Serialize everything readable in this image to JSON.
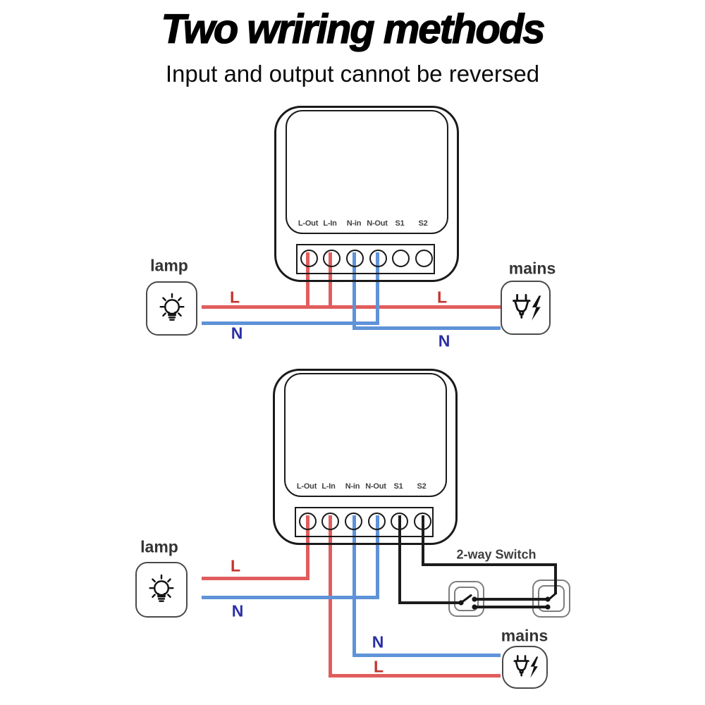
{
  "title": "Two wriring methods",
  "subtitle": "Input and output cannot be reversed",
  "module": {
    "terminals": [
      "L-Out",
      "L-In",
      "N-in",
      "N-Out",
      "S1",
      "S2"
    ]
  },
  "labels": {
    "lamp": "lamp",
    "mains": "mains",
    "live": "L",
    "neutral": "N",
    "two_way_switch": "2-way Switch"
  },
  "connections": {
    "method_1": [
      "L-Out to lamp L",
      "L-In to mains L",
      "N-Out to lamp N",
      "N-in to mains N"
    ],
    "method_2": [
      "L-Out to lamp L",
      "L-In to mains L",
      "N-Out to lamp N",
      "N-in to mains N",
      "S1 to 2-way switch common",
      "S2 to 2-way switch common"
    ]
  },
  "colors": {
    "wire_live": "#e15d5d",
    "wire_neutral": "#5f93d8",
    "wire_switch": "#1c1c1c",
    "label_live": "#c5332e",
    "label_neutral": "#2c2fa5",
    "outline": "#1a1a1a",
    "icon_outline": "#4a4a4a",
    "switch_outline": "#7d7d7d",
    "text": "#000000"
  }
}
